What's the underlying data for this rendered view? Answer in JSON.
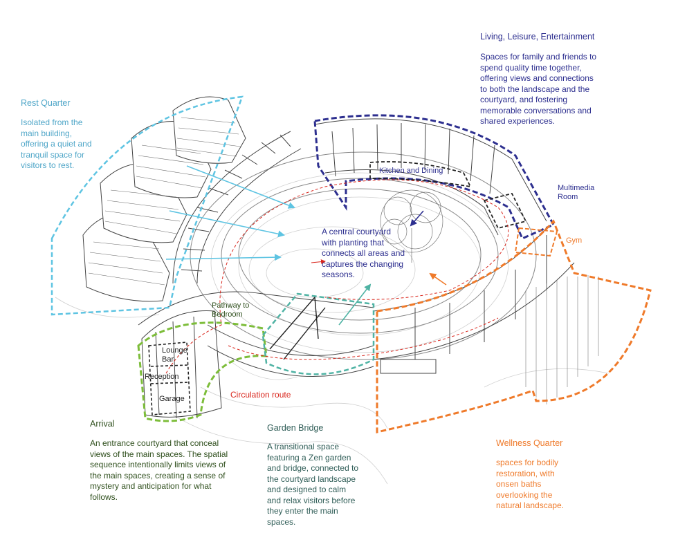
{
  "colors": {
    "living": "#2d2f8f",
    "rest": "#5ec4e2",
    "wellness": "#ef7a2a",
    "arrival": "#7dbd3a",
    "bridge": "#4fb3a4",
    "circulation": "#d9261c",
    "building": "#555555"
  },
  "zones": {
    "living": {
      "title": "Living, Leisure, Entertainment",
      "text": "Spaces for family and friends to\nspend quality time together,\noffering views and connections\nto both the landscape and the\ncourtyard, and fostering\nmemorable conversations and\nshared experiences."
    },
    "rest": {
      "title": "Rest Quarter",
      "text": "Isolated from the\nmain building,\noffering a quiet and\ntranquil space for\nvisitors to rest."
    },
    "courtyard": {
      "text": "A central courtyard\nwith planting that\nconnects all areas and\ncaptures the changing\nseasons."
    },
    "arrival": {
      "title": "Arrival",
      "text": "An entrance courtyard that conceal\nviews of the main spaces. The spatial\nsequence intentionally limits views of\nthe main spaces, creating a sense of\nmystery and anticipation for what\nfollows."
    },
    "bridge": {
      "title": "Garden Bridge",
      "text": "A transitional space\nfeaturing a Zen garden\nand bridge, connected to\nthe courtyard landscape\nand designed to calm\nand relax visitors before\nthey enter the main\nspaces."
    },
    "wellness": {
      "title": "Wellness Quarter",
      "text": "spaces for bodily\nrestoration, with\nonsen baths\noverlooking the\nnatural landscape."
    }
  },
  "labels": {
    "kitchen": "Kitchen  and Dining",
    "multimedia": "Multimedia\nRoom",
    "gym": "Gym",
    "pathway": "Pathway to\nBedroom",
    "lounge": "Lounge\nBar",
    "reception": "Reception",
    "garage": "Garage",
    "circulation": "Circulation route"
  }
}
